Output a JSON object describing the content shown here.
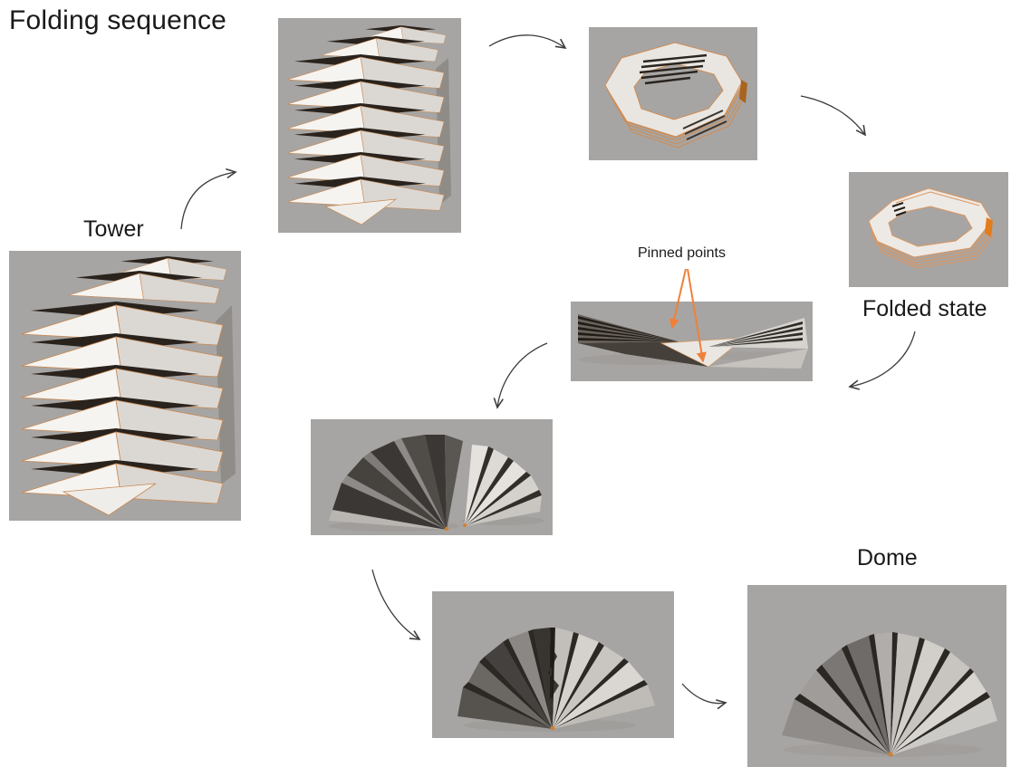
{
  "title": "Folding sequence",
  "labels": {
    "tower": "Tower",
    "folded_state": "Folded state",
    "dome": "Dome"
  },
  "annotation": {
    "pinned_points": "Pinned points"
  },
  "colors": {
    "page_background": "#ffffff",
    "panel_background": "#a7a5a3",
    "facet_white": "#f5f3f0",
    "facet_light_gray": "#d9d6d2",
    "facet_dark": "#26211c",
    "fold_edge_orange": "#c9884f",
    "annotation_arrow_orange": "#f08038",
    "sequence_arrow": "#3c3c3c",
    "text": "#1a1a1a"
  }
}
